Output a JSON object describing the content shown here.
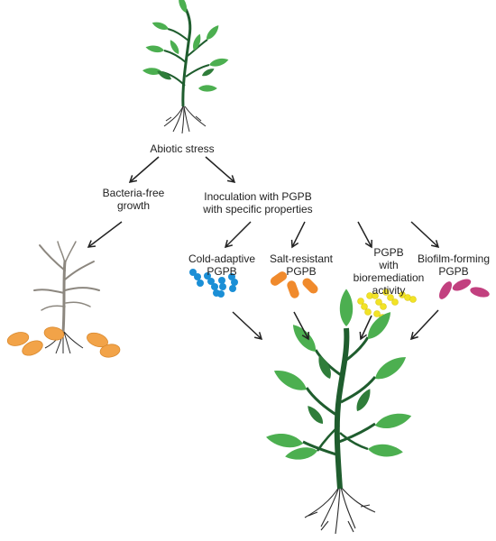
{
  "colors": {
    "leaf_light": "#67b96a",
    "leaf_dark": "#2f7d3a",
    "stem": "#1f5d2e",
    "root": "#2b2b2b",
    "dead_plant": "#8c877f",
    "seed": "#f2a348",
    "bacteria_cold": "#1b8fd6",
    "bacteria_salt": "#f08a2c",
    "bacteria_bioremediation": "#f2e326",
    "bacteria_biofilm": "#c2407f",
    "arrow": "#222222"
  },
  "nodes": {
    "top": {
      "text": "Abiotic stress"
    },
    "left": {
      "line1": "Bacteria-free",
      "line2": "growth"
    },
    "right": {
      "line1": "Inoculation with PGPB",
      "line2": "with specific properties"
    }
  },
  "bacteria": [
    {
      "line1": "Cold-adaptive",
      "line2": "PGPB",
      "line3": "",
      "line4": ""
    },
    {
      "line1": "Salt-resistant",
      "line2": "PGPB",
      "line3": "",
      "line4": ""
    },
    {
      "line1": "PGPB",
      "line2": "with",
      "line3": "bioremediation",
      "line4": "activity"
    },
    {
      "line1": "Biofilm-forming",
      "line2": "PGPB",
      "line3": "",
      "line4": ""
    }
  ],
  "icons": [
    "healthy-plant-icon",
    "dead-plant-icon",
    "seed-icon",
    "bacteria-icon",
    "arrow-icon"
  ]
}
